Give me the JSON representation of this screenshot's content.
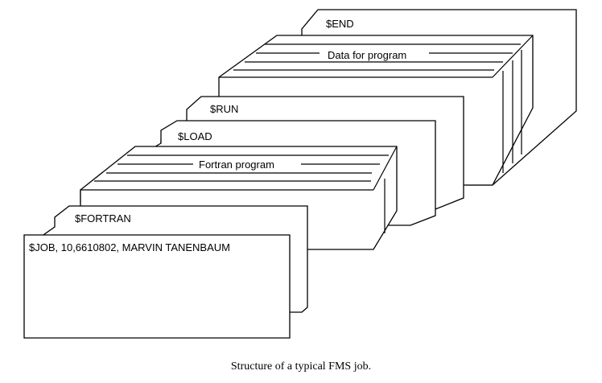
{
  "diagram": {
    "cards": [
      {
        "id": "end",
        "label": "$END"
      },
      {
        "id": "data",
        "label": "Data for program",
        "stack": true
      },
      {
        "id": "run",
        "label": "$RUN"
      },
      {
        "id": "load",
        "label": "$LOAD"
      },
      {
        "id": "fortran-program",
        "label": "Fortran program",
        "stack": true
      },
      {
        "id": "fortran",
        "label": "$FORTRAN"
      },
      {
        "id": "job",
        "label": "$JOB, 10,6610802, MARVIN TANENBAUM"
      }
    ]
  },
  "caption": "Structure of a typical FMS job."
}
